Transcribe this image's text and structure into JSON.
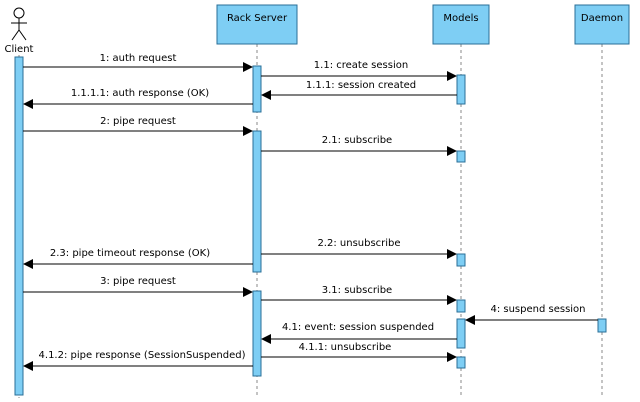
{
  "participants": [
    {
      "id": "client",
      "label": "Client",
      "kind": "actor"
    },
    {
      "id": "rack",
      "label": "Rack Server",
      "kind": "box"
    },
    {
      "id": "models",
      "label": "Models",
      "kind": "box"
    },
    {
      "id": "daemon",
      "label": "Daemon",
      "kind": "box"
    }
  ],
  "messages": [
    {
      "id": "m1",
      "label": "1: auth request",
      "from": "client",
      "to": "rack"
    },
    {
      "id": "m2",
      "label": "1.1: create session",
      "from": "rack",
      "to": "models"
    },
    {
      "id": "m3",
      "label": "1.1.1: session created",
      "from": "models",
      "to": "rack"
    },
    {
      "id": "m4",
      "label": "1.1.1.1: auth response (OK)",
      "from": "rack",
      "to": "client"
    },
    {
      "id": "m5",
      "label": "2: pipe request",
      "from": "client",
      "to": "rack"
    },
    {
      "id": "m6",
      "label": "2.1: subscribe",
      "from": "rack",
      "to": "models"
    },
    {
      "id": "m7",
      "label": "2.2: unsubscribe",
      "from": "rack",
      "to": "models"
    },
    {
      "id": "m8",
      "label": "2.3: pipe timeout response (OK)",
      "from": "rack",
      "to": "client"
    },
    {
      "id": "m9",
      "label": "3: pipe request",
      "from": "client",
      "to": "rack"
    },
    {
      "id": "m10",
      "label": "3.1: subscribe",
      "from": "rack",
      "to": "models"
    },
    {
      "id": "m11",
      "label": "4: suspend session",
      "from": "daemon",
      "to": "models"
    },
    {
      "id": "m12",
      "label": "4.1: event: session suspended",
      "from": "models",
      "to": "rack"
    },
    {
      "id": "m13",
      "label": "4.1.1: unsubscribe",
      "from": "rack",
      "to": "models"
    },
    {
      "id": "m14",
      "label": "4.1.2: pipe response (SessionSuspended)",
      "from": "rack",
      "to": "client"
    }
  ]
}
